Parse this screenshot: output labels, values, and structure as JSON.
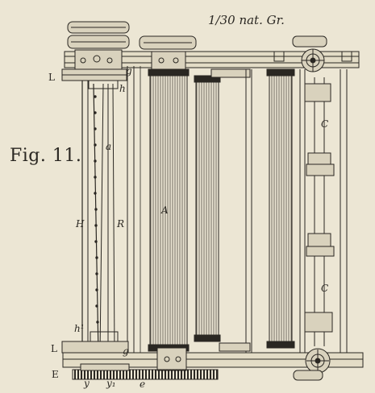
{
  "plate": {
    "scale_note": "1/30 nat. Gr.",
    "figure_caption": "Fig. 11."
  },
  "labels": {
    "L_top": "L",
    "g_top": "g",
    "h_top": "h",
    "a": "a",
    "H": "H",
    "R": "R",
    "A": "A",
    "C_top": "C",
    "C_bottom": "C",
    "h1": "h¹",
    "L_bottom": "L",
    "g_bottom": "g",
    "E": "E",
    "y": "y",
    "y1": "y₁",
    "e": "e"
  },
  "colors": {
    "paper": "#ece6d4",
    "ink": "#2a2722"
  }
}
